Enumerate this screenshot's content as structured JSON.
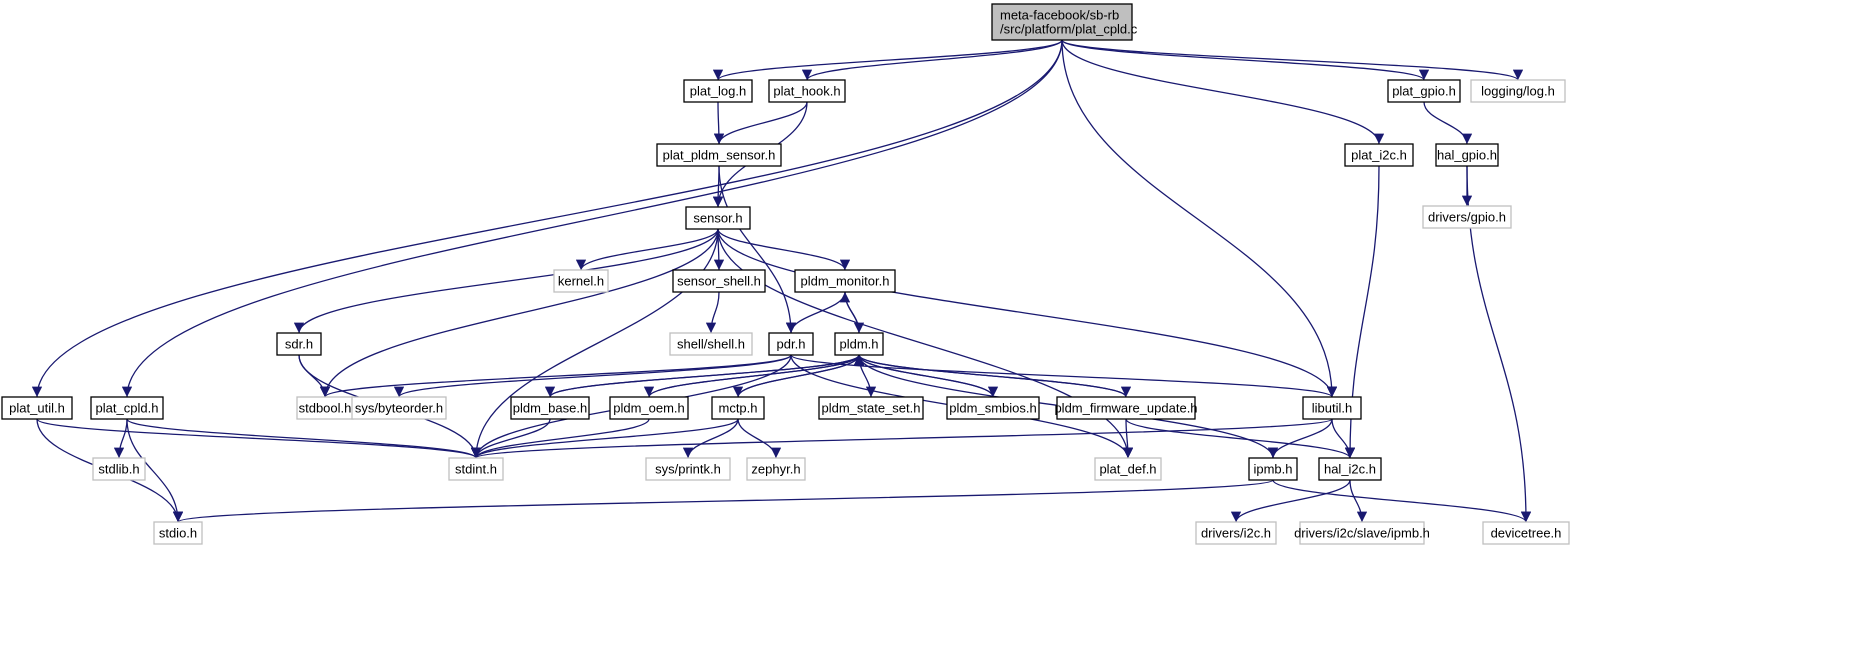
{
  "colors": {
    "edge": "#191970",
    "node_border": "#000000",
    "external_border": "#bfbfbf",
    "root_fill": "#bfbfbf",
    "node_fill": "#ffffff"
  },
  "nodes": [
    {
      "id": "root",
      "lines": [
        "meta-facebook/sb-rb",
        "/src/platform/plat_cpld.c"
      ],
      "kind": "root"
    },
    {
      "id": "plat_log",
      "lines": [
        "plat_log.h"
      ],
      "kind": "file"
    },
    {
      "id": "plat_hook",
      "lines": [
        "plat_hook.h"
      ],
      "kind": "file"
    },
    {
      "id": "plat_gpio",
      "lines": [
        "plat_gpio.h"
      ],
      "kind": "file"
    },
    {
      "id": "logging_log",
      "lines": [
        "logging/log.h"
      ],
      "kind": "ext"
    },
    {
      "id": "plat_pldm_sensor",
      "lines": [
        "plat_pldm_sensor.h"
      ],
      "kind": "file"
    },
    {
      "id": "plat_i2c",
      "lines": [
        "plat_i2c.h"
      ],
      "kind": "file"
    },
    {
      "id": "hal_gpio",
      "lines": [
        "hal_gpio.h"
      ],
      "kind": "file"
    },
    {
      "id": "sensor",
      "lines": [
        "sensor.h"
      ],
      "kind": "file"
    },
    {
      "id": "drivers_gpio",
      "lines": [
        "drivers/gpio.h"
      ],
      "kind": "ext"
    },
    {
      "id": "kernel",
      "lines": [
        "kernel.h"
      ],
      "kind": "ext"
    },
    {
      "id": "sensor_shell",
      "lines": [
        "sensor_shell.h"
      ],
      "kind": "file"
    },
    {
      "id": "pldm_monitor",
      "lines": [
        "pldm_monitor.h"
      ],
      "kind": "file"
    },
    {
      "id": "shell_shell",
      "lines": [
        "shell/shell.h"
      ],
      "kind": "ext"
    },
    {
      "id": "sdr",
      "lines": [
        "sdr.h"
      ],
      "kind": "file"
    },
    {
      "id": "pdr",
      "lines": [
        "pdr.h"
      ],
      "kind": "file"
    },
    {
      "id": "pldm",
      "lines": [
        "pldm.h"
      ],
      "kind": "file"
    },
    {
      "id": "plat_util",
      "lines": [
        "plat_util.h"
      ],
      "kind": "file"
    },
    {
      "id": "plat_cpld",
      "lines": [
        "plat_cpld.h"
      ],
      "kind": "file"
    },
    {
      "id": "stdbool",
      "lines": [
        "stdbool.h"
      ],
      "kind": "ext"
    },
    {
      "id": "sys_byteorder",
      "lines": [
        "sys/byteorder.h"
      ],
      "kind": "ext"
    },
    {
      "id": "pldm_base",
      "lines": [
        "pldm_base.h"
      ],
      "kind": "file"
    },
    {
      "id": "pldm_oem",
      "lines": [
        "pldm_oem.h"
      ],
      "kind": "file"
    },
    {
      "id": "mctp",
      "lines": [
        "mctp.h"
      ],
      "kind": "file"
    },
    {
      "id": "pldm_state_set",
      "lines": [
        "pldm_state_set.h"
      ],
      "kind": "file"
    },
    {
      "id": "pldm_smbios",
      "lines": [
        "pldm_smbios.h"
      ],
      "kind": "file"
    },
    {
      "id": "pldm_firmware_update",
      "lines": [
        "pldm_firmware_update.h"
      ],
      "kind": "file"
    },
    {
      "id": "libutil",
      "lines": [
        "libutil.h"
      ],
      "kind": "file"
    },
    {
      "id": "stdlib",
      "lines": [
        "stdlib.h"
      ],
      "kind": "ext"
    },
    {
      "id": "stdint",
      "lines": [
        "stdint.h"
      ],
      "kind": "ext"
    },
    {
      "id": "sys_printk",
      "lines": [
        "sys/printk.h"
      ],
      "kind": "ext"
    },
    {
      "id": "zephyr",
      "lines": [
        "zephyr.h"
      ],
      "kind": "ext"
    },
    {
      "id": "plat_def",
      "lines": [
        "plat_def.h"
      ],
      "kind": "ext"
    },
    {
      "id": "ipmb",
      "lines": [
        "ipmb.h"
      ],
      "kind": "file"
    },
    {
      "id": "hal_i2c",
      "lines": [
        "hal_i2c.h"
      ],
      "kind": "file"
    },
    {
      "id": "stdio",
      "lines": [
        "stdio.h"
      ],
      "kind": "ext"
    },
    {
      "id": "drivers_i2c",
      "lines": [
        "drivers/i2c.h"
      ],
      "kind": "ext"
    },
    {
      "id": "drivers_slave_ipmb",
      "lines": [
        "drivers/i2c/slave/ipmb.h"
      ],
      "kind": "ext"
    },
    {
      "id": "devicetree",
      "lines": [
        "devicetree.h"
      ],
      "kind": "ext"
    }
  ],
  "edges": [
    [
      "root",
      "plat_util"
    ],
    [
      "root",
      "plat_cpld"
    ],
    [
      "root",
      "plat_log"
    ],
    [
      "root",
      "plat_hook"
    ],
    [
      "root",
      "libutil"
    ],
    [
      "root",
      "plat_i2c"
    ],
    [
      "root",
      "plat_gpio"
    ],
    [
      "root",
      "logging_log"
    ],
    [
      "plat_log",
      "plat_pldm_sensor"
    ],
    [
      "plat_hook",
      "plat_pldm_sensor"
    ],
    [
      "plat_hook",
      "sensor"
    ],
    [
      "plat_pldm_sensor",
      "sensor"
    ],
    [
      "plat_pldm_sensor",
      "pdr"
    ],
    [
      "plat_gpio",
      "hal_gpio"
    ],
    [
      "hal_gpio",
      "drivers_gpio"
    ],
    [
      "hal_gpio",
      "devicetree"
    ],
    [
      "plat_i2c",
      "hal_i2c"
    ],
    [
      "sensor",
      "kernel"
    ],
    [
      "sensor",
      "sensor_shell"
    ],
    [
      "sensor",
      "pldm_monitor"
    ],
    [
      "sensor",
      "sdr"
    ],
    [
      "sensor",
      "stdbool"
    ],
    [
      "sensor",
      "stdint"
    ],
    [
      "sensor",
      "libutil"
    ],
    [
      "sensor",
      "plat_def"
    ],
    [
      "sensor_shell",
      "shell_shell"
    ],
    [
      "pldm_monitor",
      "pdr"
    ],
    [
      "pldm_monitor",
      "pldm"
    ],
    [
      "pldm",
      "pldm_monitor"
    ],
    [
      "sdr",
      "stdbool"
    ],
    [
      "sdr",
      "stdint"
    ],
    [
      "pdr",
      "stdbool"
    ],
    [
      "pdr",
      "sys_byteorder"
    ],
    [
      "pdr",
      "stdint"
    ],
    [
      "pdr",
      "libutil"
    ],
    [
      "pdr",
      "plat_def"
    ],
    [
      "pldm",
      "pldm_base"
    ],
    [
      "pldm",
      "pldm_oem"
    ],
    [
      "pldm",
      "mctp"
    ],
    [
      "pldm",
      "pldm_state_set"
    ],
    [
      "pldm",
      "pldm_smbios"
    ],
    [
      "pldm",
      "pldm_firmware_update"
    ],
    [
      "pldm",
      "ipmb"
    ],
    [
      "pldm_base",
      "pldm"
    ],
    [
      "pldm_oem",
      "pldm"
    ],
    [
      "mctp",
      "pldm"
    ],
    [
      "pldm_smbios",
      "pldm"
    ],
    [
      "pldm_firmware_update",
      "pldm"
    ],
    [
      "pldm_base",
      "stdint"
    ],
    [
      "pldm_oem",
      "stdint"
    ],
    [
      "mctp",
      "stdint"
    ],
    [
      "mctp",
      "sys_printk"
    ],
    [
      "mctp",
      "zephyr"
    ],
    [
      "pldm_firmware_update",
      "plat_def"
    ],
    [
      "pldm_firmware_update",
      "hal_i2c"
    ],
    [
      "libutil",
      "stdint"
    ],
    [
      "libutil",
      "ipmb"
    ],
    [
      "libutil",
      "hal_i2c"
    ],
    [
      "plat_util",
      "stdint"
    ],
    [
      "plat_util",
      "stdio"
    ],
    [
      "plat_cpld",
      "stdlib"
    ],
    [
      "plat_cpld",
      "stdio"
    ],
    [
      "plat_cpld",
      "stdint"
    ],
    [
      "ipmb",
      "stdio"
    ],
    [
      "ipmb",
      "devicetree"
    ],
    [
      "hal_i2c",
      "drivers_i2c"
    ],
    [
      "hal_i2c",
      "drivers_slave_ipmb"
    ]
  ]
}
